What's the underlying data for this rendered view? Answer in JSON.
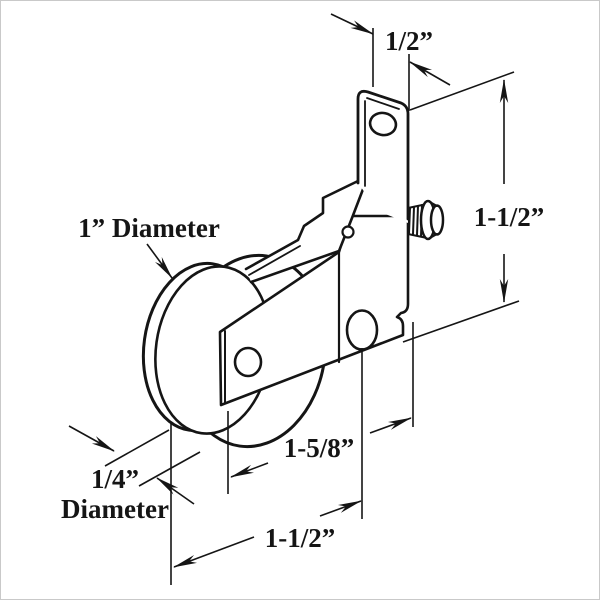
{
  "canvas": {
    "background": "#ffffff",
    "ink_color": "#151515",
    "border_color": "#c9c9c9"
  },
  "diagram": {
    "kind": "technical-part-drawing",
    "subject": "Roller assembly: grooved wheel on angled mounting bracket with rivet, mounting holes and side adjustment screw",
    "labels": {
      "tab_width": "1/2”",
      "bracket_height": "1-1/2”",
      "wheel_diameter": "1” Diameter",
      "groove_diameter_value": "1/4”",
      "groove_diameter_word": "Diameter",
      "length_to_notch": "1-5/8”",
      "length_to_hole": "1-1/2”"
    }
  }
}
